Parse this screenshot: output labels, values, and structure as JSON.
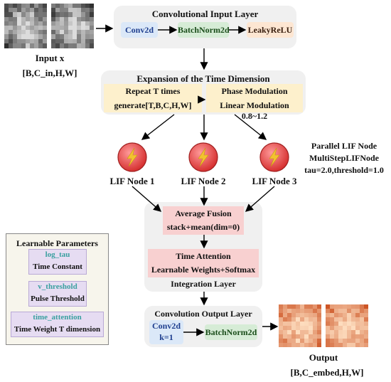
{
  "input": {
    "label": "Input x",
    "shape": "[B,C_in,H,W]"
  },
  "conv_input": {
    "title": "Convolutional Input Layer",
    "steps": [
      "Conv2d",
      "BatchNorm2d",
      "LeakyReLU"
    ]
  },
  "time_expansion": {
    "title": "Expansion of the Time Dimension",
    "repeat": {
      "title": "Repeat T times",
      "detail": "generate[T,B,C,H,W]"
    },
    "phase": {
      "title": "Phase Modulation",
      "detail": "Linear Modulation 0.8~1.2"
    }
  },
  "lif_nodes": [
    "LIF Node 1",
    "LIF Node 2",
    "LIF Node 3"
  ],
  "parallel_note": {
    "line1": "Parallel LIF Node",
    "line2": "MultiStepLIFNode",
    "line3": "tau=2.0,threshold=1.0"
  },
  "integration": {
    "title": "Integration Layer",
    "fusion": {
      "title": "Average Fusion",
      "detail": "stack+mean(dim=0)"
    },
    "attention": {
      "title": "Time Attention",
      "detail": "Learnable Weights+Softmax"
    }
  },
  "params": {
    "title": "Learnable Parameters",
    "items": [
      {
        "name": "log_tau",
        "desc": "Time Constant"
      },
      {
        "name": "v_threshold",
        "desc": "Pulse Threshold"
      },
      {
        "name": "time_attention",
        "desc": "Time Weight T dimension"
      }
    ]
  },
  "conv_output": {
    "title": "Convolution Output Layer",
    "conv": "Conv2d",
    "k": "k=1",
    "bn": "BatchNorm2d"
  },
  "output": {
    "label": "Output",
    "shape": "[B,C_embed,H,W]"
  },
  "colors": {
    "lif_fill": "#e64545",
    "lightning": "#f2c230",
    "output_dark": "#c84a10",
    "output_light": "#fbd9b8"
  }
}
